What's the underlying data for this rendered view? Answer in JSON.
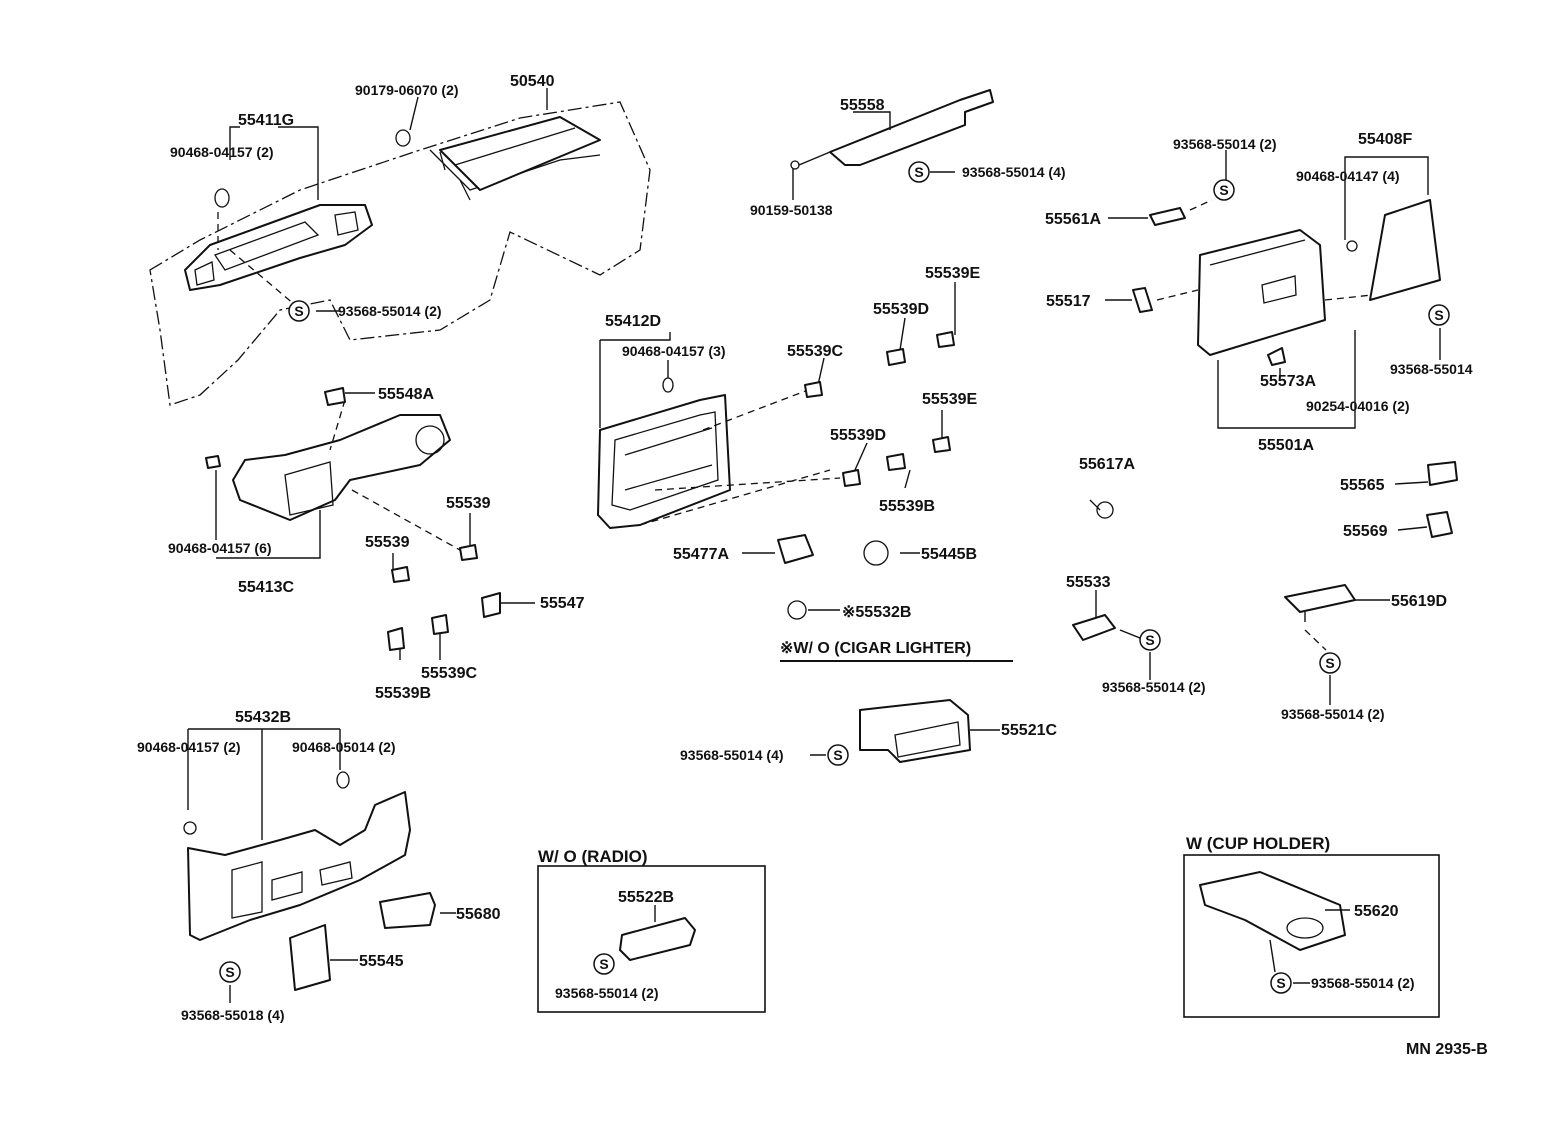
{
  "diagram": {
    "drawing_code": "MN  2935-B",
    "parts": {
      "p50540": "50540",
      "p90179_06070": "90179-06070 (2)",
      "p55411G": "55411G",
      "p90468_04157_2a": "90468-04157 (2)",
      "p93568_55014_2a": "93568-55014 (2)",
      "p55558": "55558",
      "p90159_50138": "90159-50138",
      "p93568_55014_4a": "93568-55014 (4)",
      "p93568_55014_2b": "93568-55014 (2)",
      "p55408F": "55408F",
      "p90468_04147": "90468-04147 (4)",
      "p55561A": "55561A",
      "p55517": "55517",
      "p93568_55014": "93568-55014",
      "p55573A": "55573A",
      "p90254_04016": "90254-04016 (2)",
      "p55501A": "55501A",
      "p55548A": "55548A",
      "p90468_04157_6": "90468-04157 (6)",
      "p55413C": "55413C",
      "p55539a": "55539",
      "p55539b": "55539",
      "p55547": "55547",
      "p55539B_a": "55539B",
      "p55539C_a": "55539C",
      "p55412D": "55412D",
      "p90468_04157_3": "90468-04157 (3)",
      "p55539C_b": "55539C",
      "p55539D_a": "55539D",
      "p55539E_a": "55539E",
      "p55539E_b": "55539E",
      "p55539D_b": "55539D",
      "p55539B_b": "55539B",
      "p55477A": "55477A",
      "p55445B": "55445B",
      "p55532B": "※55532B",
      "p55617A": "55617A",
      "p55565": "55565",
      "p55569": "55569",
      "p55533": "55533",
      "p93568_55014_2c": "93568-55014 (2)",
      "p55619D": "55619D",
      "p93568_55014_2d": "93568-55014 (2)",
      "p55521C": "55521C",
      "p93568_55014_4b": "93568-55014 (4)",
      "p55432B": "55432B",
      "p90468_04157_2b": "90468-04157 (2)",
      "p90468_05014": "90468-05014 (2)",
      "p55680": "55680",
      "p55545": "55545",
      "p93568_55018": "93568-55018 (4)",
      "p55522B": "55522B",
      "p93568_55014_2e": "93568-55014 (2)",
      "p55620": "55620",
      "p93568_55014_2f": "93568-55014 (2)"
    },
    "notes": {
      "cigar": "※W/ O (CIGAR  LIGHTER)",
      "radio": "W/ O (RADIO)",
      "cup": "W (CUP  HOLDER)",
      "s_mark": "S"
    }
  }
}
